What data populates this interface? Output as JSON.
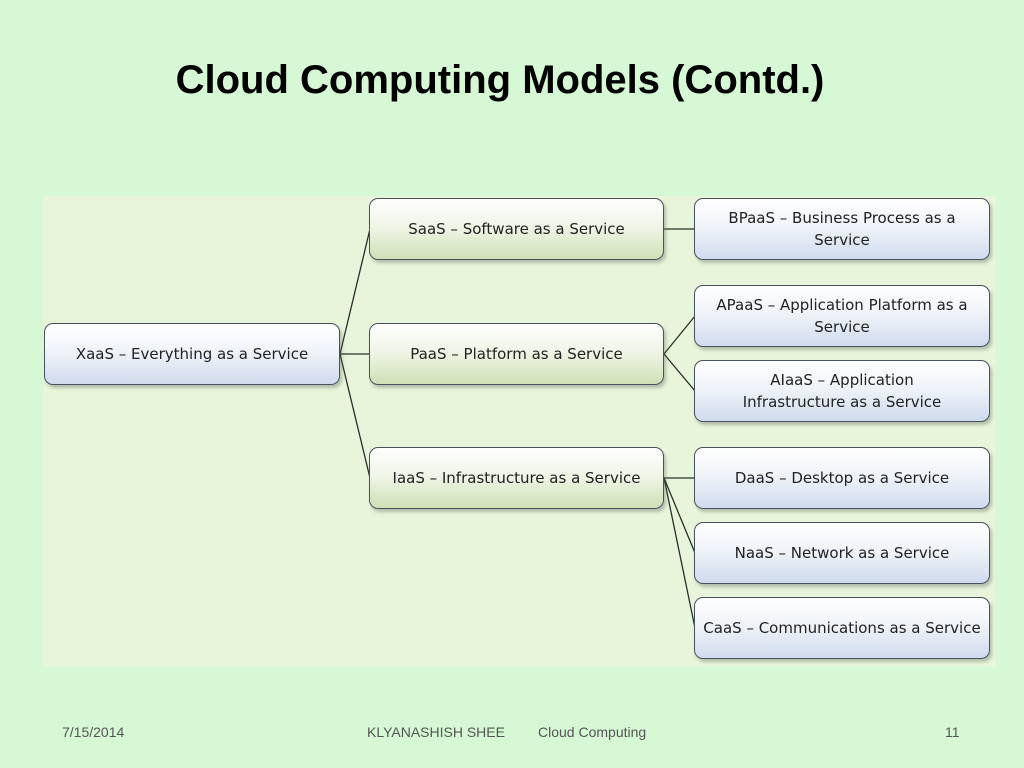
{
  "slide": {
    "title": "Cloud Computing Models (Contd.)"
  },
  "diagram": {
    "root": "XaaS – Everything as a Service",
    "saas": "SaaS – Software as a Service",
    "paas": "PaaS – Platform as a Service",
    "iaas": "IaaS – Infrastructure as a Service",
    "bpaas": "BPaaS – Business Process as a Service",
    "apaas": "APaaS – Application Platform as a Service",
    "aiaas": "AIaaS – Application Infrastructure as a Service",
    "daas": "DaaS – Desktop as a Service",
    "naas": "NaaS – Network as a Service",
    "caas": "CaaS – Communications as a Service"
  },
  "footer": {
    "date": "7/15/2014",
    "author": "KLYANASHISH SHEE",
    "topic": "Cloud Computing",
    "page_number": "11"
  },
  "colors": {
    "background": "#d6f8d4",
    "panel": "#e8f5da",
    "connector": "#2a2f2a"
  }
}
